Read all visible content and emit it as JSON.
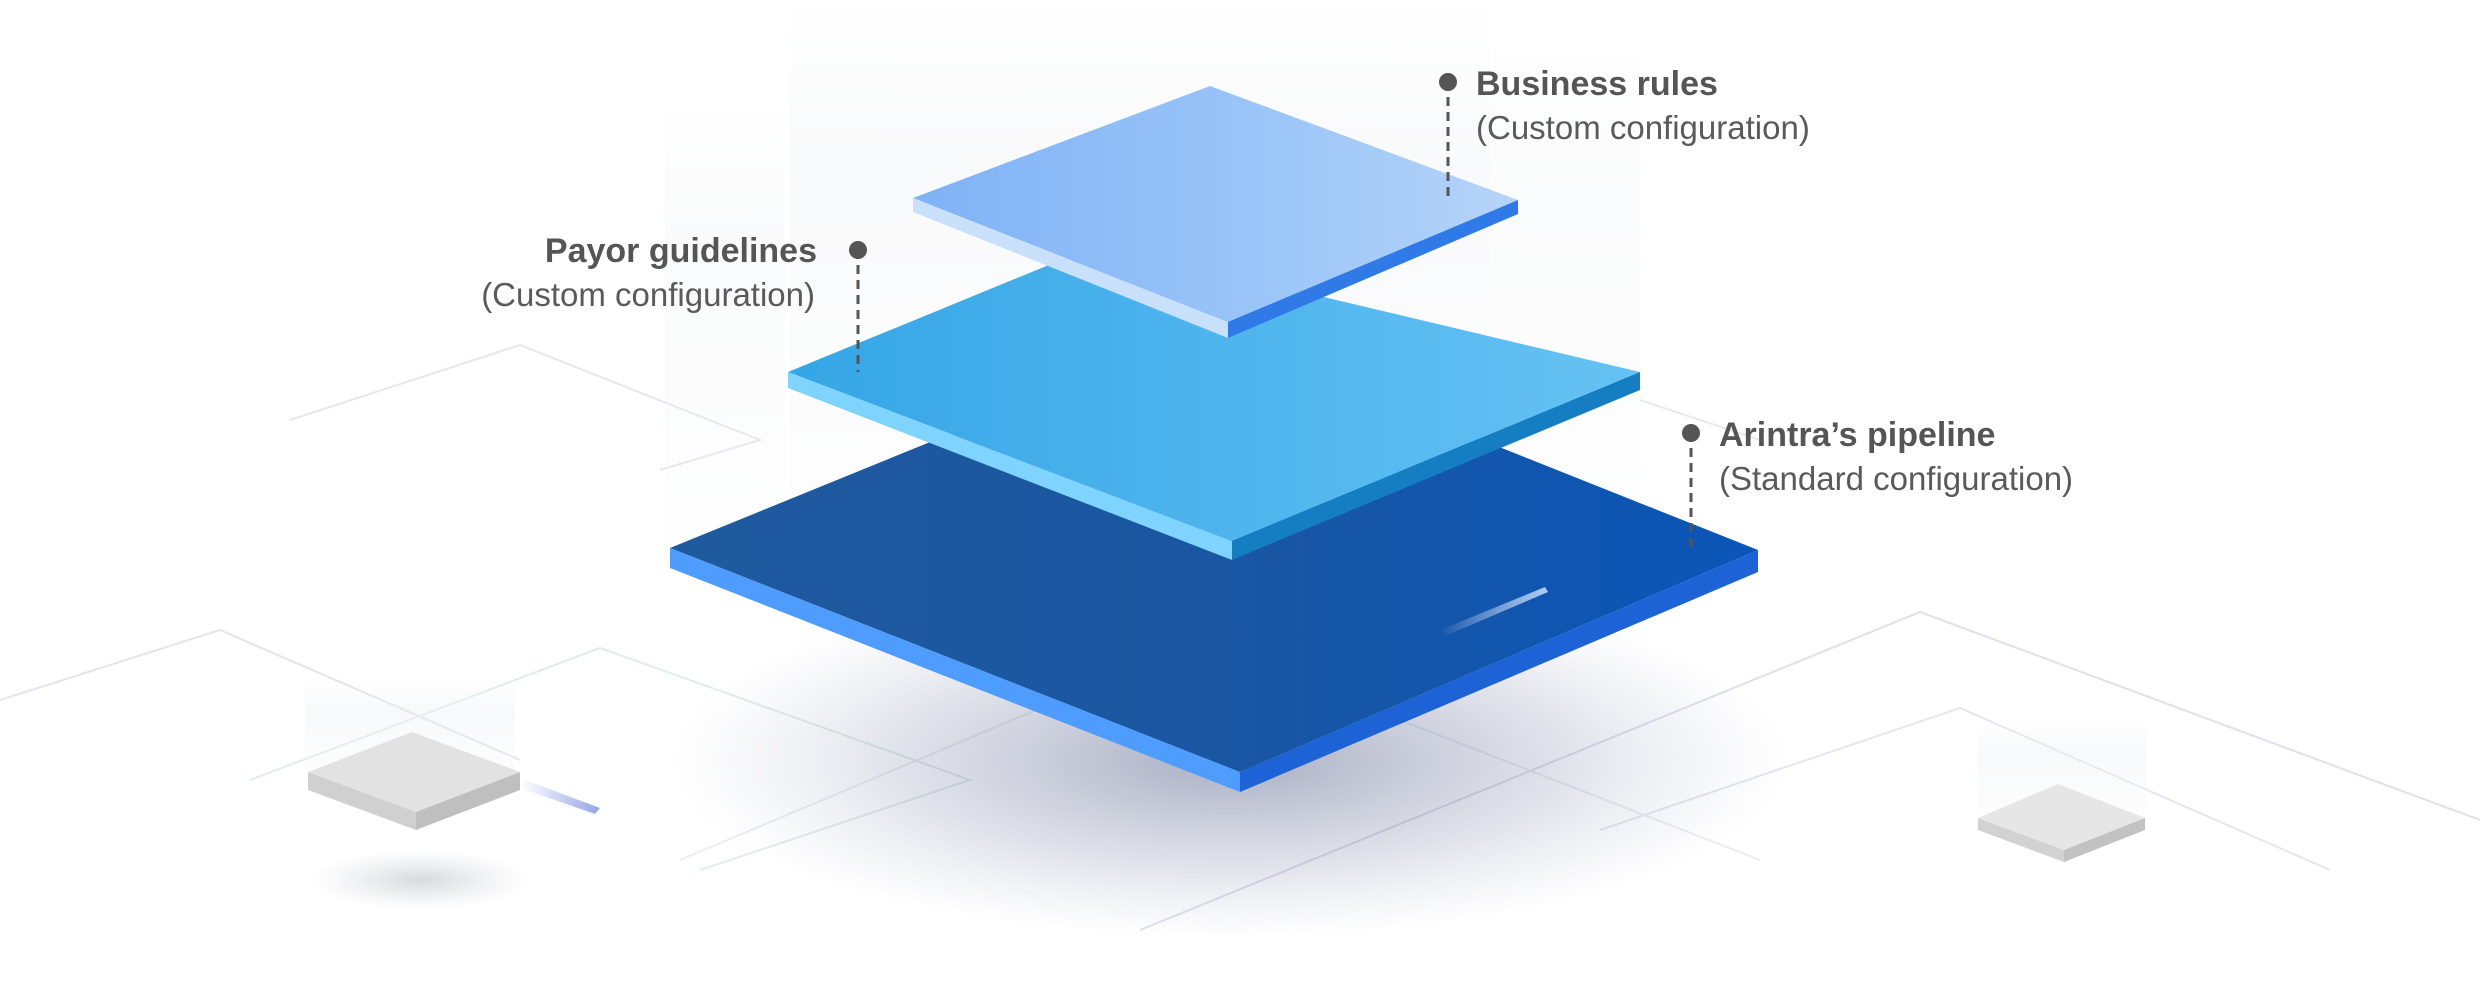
{
  "labels": {
    "business_rules": {
      "title": "Business rules",
      "subtitle": "(Custom configuration)"
    },
    "payor_guidelines": {
      "title": "Payor guidelines",
      "subtitle": "(Custom configuration)"
    },
    "pipeline": {
      "title": "Arintra’s pipeline",
      "subtitle": "(Standard configuration)"
    }
  },
  "colors": {
    "top_layer": "#8ebcf7",
    "middle_layer": "#3fa8e6",
    "bottom_layer": "#1d5ca8",
    "label_text": "#555555",
    "connector": "#555555"
  }
}
